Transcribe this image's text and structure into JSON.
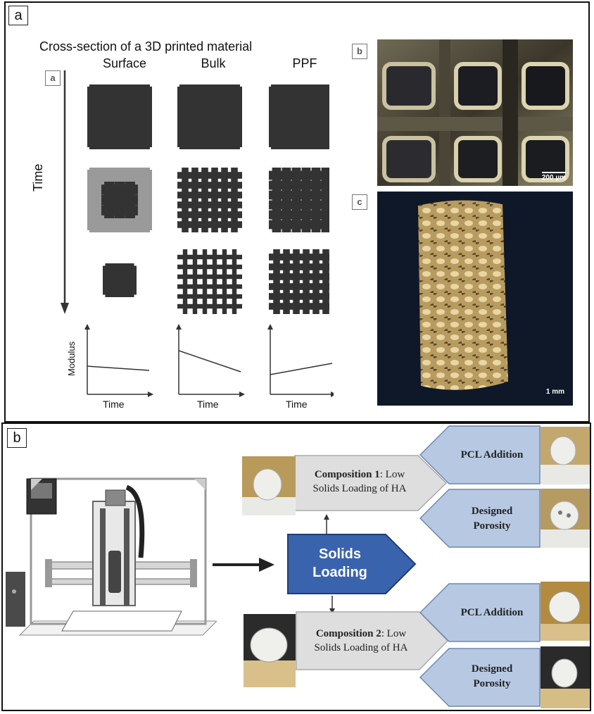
{
  "panel_a": {
    "tag": "a",
    "sub_tag_a": "a",
    "sub_tag_b": "b",
    "sub_tag_c": "c",
    "title": "Cross-section of a 3D printed material",
    "columns": [
      "Surface",
      "Bulk",
      "PPF"
    ],
    "axis_time": "Time",
    "graph_ylabel": "Modulus",
    "graph_xlabels": [
      "Time",
      "Time",
      "Time"
    ],
    "scale_b": "200 µm",
    "scale_c": "1 mm"
  },
  "panel_b": {
    "tag": "b",
    "center_line1": "Solids",
    "center_line2": "Loading",
    "comp1_bold": "Composition 1",
    "comp1_rest": ": Low",
    "comp1_line2": "Solids Loading of HA",
    "comp2_bold": "Composition 2",
    "comp2_rest": ": Low",
    "comp2_line2": "Solids Loading of HA",
    "pcl_label": "PCL Addition",
    "porosity_line1": "Designed",
    "porosity_line2": "Porosity",
    "colors": {
      "center": "#3a63ad",
      "grey_chevron": "#dedede",
      "blue_chevron": "#b7c9e2"
    }
  }
}
